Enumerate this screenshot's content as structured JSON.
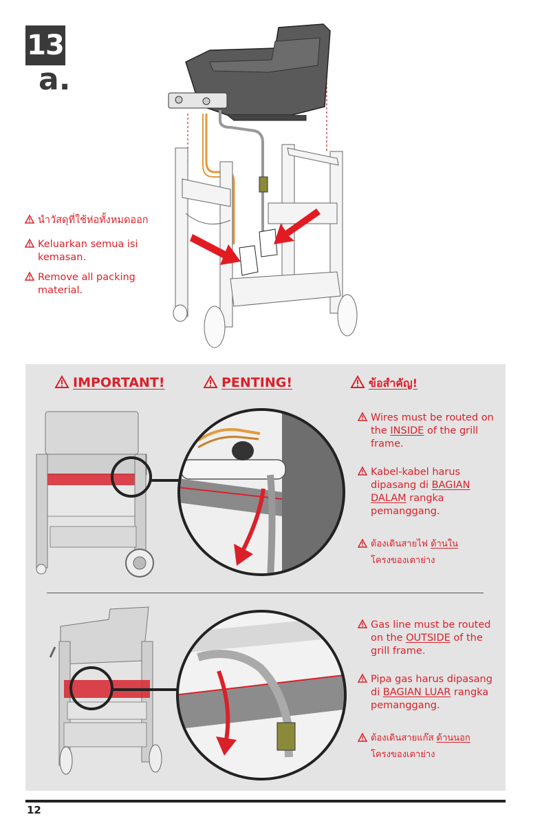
{
  "step": {
    "number": "13",
    "sub": "a."
  },
  "packing_warnings": [
    {
      "text": "นำวัสดุที่ใช้ห่อทั้งหมดออก"
    },
    {
      "text": "Keluarkan semua isi kemasan.",
      "line1": "Keluarkan semua isi",
      "line2": "kemasan."
    },
    {
      "text": "Remove all packing material.",
      "line1": "Remove all packing",
      "line2": "material."
    }
  ],
  "headers": {
    "en": "IMPORTANT!",
    "id": "PENTING!",
    "th": "ข้อสำคัญ!"
  },
  "wires_notes": {
    "en": {
      "pre": "Wires must be routed on",
      "l2a": "the ",
      "u": "INSIDE",
      "l2b": " of the grill",
      "l3": "frame."
    },
    "id": {
      "l1": "Kabel-kabel harus",
      "l2a": "dipasang di ",
      "u1": "BAGIAN",
      "u2": "DALAM",
      "l3b": " rangka",
      "l4": "pemanggang."
    },
    "th": {
      "l1a": "ต้องเดินสายไฟ ",
      "u": "ด้านใน",
      "l2": "โครงของเตาย่าง"
    }
  },
  "gas_notes": {
    "en": {
      "l1": "Gas line must be routed",
      "l2a": "on the ",
      "u": "OUTSIDE",
      "l2b": " of the",
      "l3": "grill frame."
    },
    "id": {
      "l1": "Pipa gas harus dipasang",
      "l2a": "di ",
      "u": "BAGIAN LUAR",
      "l2b": " rangka",
      "l3": "pemanggang."
    },
    "th": {
      "l1a": "ต้องเดินสายแก๊ส ",
      "u": "ด้านนอก",
      "l2": "โครงของเตาย่าง"
    }
  },
  "page_number": "12",
  "colors": {
    "accent": "#d9212a",
    "panel": "#e4e4e4",
    "dark": "#3a3a3a"
  }
}
